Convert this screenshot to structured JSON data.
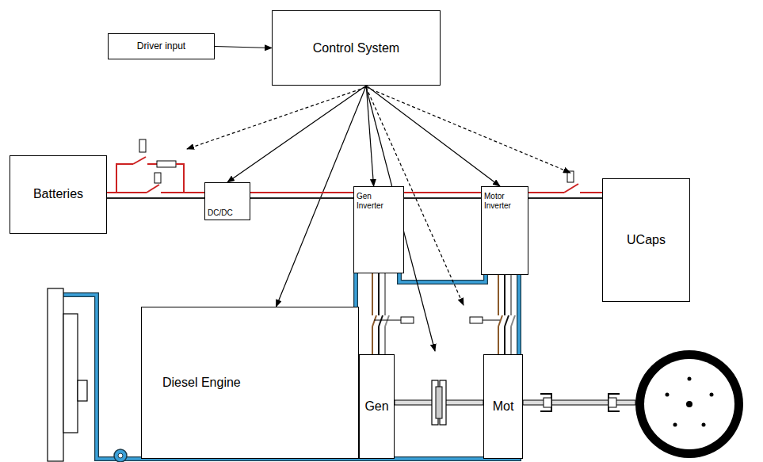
{
  "diagram": {
    "nodes": [
      {
        "text": [
          "Driver input"
        ]
      },
      {
        "text": [
          "Control System"
        ]
      },
      {
        "text": [
          "Batteries"
        ]
      },
      {
        "text": [
          "DC/DC"
        ]
      },
      {
        "text": [
          "Gen Inverter"
        ]
      },
      {
        "text": [
          "Motor Inverter"
        ]
      },
      {
        "text": [
          "UCaps"
        ]
      },
      {
        "text": [
          "Diesel Engine"
        ]
      },
      {
        "text": [
          "Gen"
        ]
      },
      {
        "text": [
          "Mot"
        ]
      }
    ],
    "edges": [
      {
        "from": 0,
        "to": 1,
        "arrow": "to"
      },
      {
        "from": 1,
        "to": 3,
        "arrow": "to"
      },
      {
        "from": 1,
        "to": 4,
        "arrow": "to"
      },
      {
        "from": 1,
        "to": 5,
        "arrow": "to"
      },
      {
        "from": 1,
        "to": 7,
        "arrow": "to"
      },
      {
        "from": 2,
        "to": 3,
        "arrow": "none"
      },
      {
        "from": 3,
        "to": 4,
        "arrow": "none"
      },
      {
        "from": 4,
        "to": 5,
        "arrow": "none"
      },
      {
        "from": 5,
        "to": 6,
        "arrow": "none"
      },
      {
        "from": 4,
        "to": 8,
        "arrow": "none"
      },
      {
        "from": 5,
        "to": 9,
        "arrow": "none"
      },
      {
        "from": 8,
        "to": 9,
        "arrow": "none"
      }
    ]
  }
}
